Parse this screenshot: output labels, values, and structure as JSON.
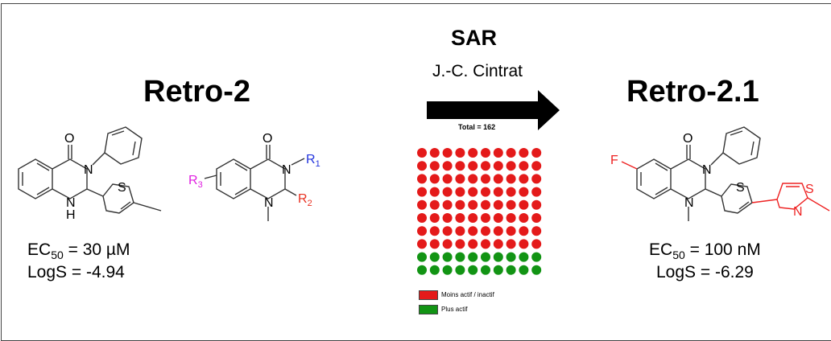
{
  "left": {
    "title": "Retro-2",
    "ec50_prefix": "EC",
    "ec50_sub": "50",
    "ec50_value": " = 30 µM",
    "logs": "LogS = -4.94"
  },
  "center": {
    "sar_label": "SAR",
    "author": "J.-C. Cintrat",
    "total": "Total = 162",
    "grid": {
      "rows": 10,
      "cols": 10,
      "red_count": 80,
      "red_color": "#e41a1a",
      "green_color": "#129414"
    },
    "legend": [
      {
        "label": "Moins actif / inactif",
        "color": "#e41a1a"
      },
      {
        "label": "Plus actif",
        "color": "#129414"
      }
    ]
  },
  "right": {
    "title": "Retro-2.1",
    "ec50_prefix": "EC",
    "ec50_sub": "50",
    "ec50_value": " = 100 nM",
    "logs": "LogS = -6.29"
  },
  "structure_labels": {
    "oxygen": "O",
    "nitrogen": "N",
    "sulfur": "S",
    "nh": "H",
    "fluorine": "F",
    "r1": "R",
    "r1_sub": "1",
    "r2": "R",
    "r2_sub": "2",
    "r3": "R",
    "r3_sub": "3"
  },
  "colors": {
    "r1": "#2233dd",
    "r2": "#e83020",
    "r3": "#e020e0",
    "highlight": "#ee2222",
    "arrow": "#000000"
  }
}
